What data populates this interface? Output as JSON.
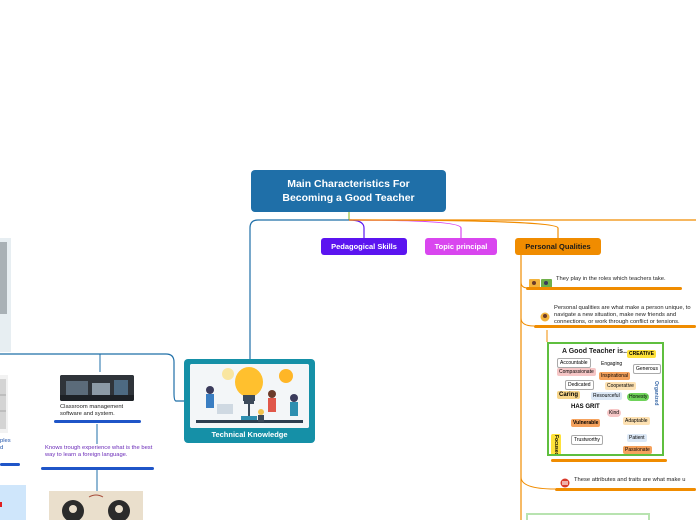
{
  "root": {
    "title_line1": "Main Characteristics For",
    "title_line2": "Becoming a Good Teacher"
  },
  "branches": {
    "pedagogical": "Pedagogical Skills",
    "topic": "Topic principal",
    "personal": "Personal Qualities",
    "technical": "Technical Knowledge"
  },
  "personal_notes": {
    "roles": "They play in the roles which teachers take.",
    "definition": "Personal qualities are what make a person unique, to navigate a new situation, make new friends and connections, or work through conflict or tensions.",
    "attributes": "These attributes and traits are what make u"
  },
  "technical_notes": {
    "classroom": "Classroom management software and system.",
    "language": "Knows trough experience what is the best way to learn a foreign language.",
    "left_fragment1": "ples",
    "left_fragment2": "d"
  },
  "poster": {
    "title": "A Good Teacher is...",
    "words": [
      "CREATIVE",
      "Accountable",
      "Engaging",
      "Generous",
      "Compassionate",
      "Inspirational",
      "Dedicated",
      "Cooperative",
      "Organized",
      "Caring",
      "Resourceful",
      "Honesty",
      "HAS GRIT",
      "Kind",
      "Adaptable",
      "Vulnerable",
      "Trustworthy",
      "Patient",
      "Passionate",
      "Focused"
    ]
  },
  "colors": {
    "root": "#1f6fa8",
    "pedagogical": "#5b14f0",
    "topic": "#d946ef",
    "personal": "#f08c00",
    "technical": "#1590a7"
  }
}
